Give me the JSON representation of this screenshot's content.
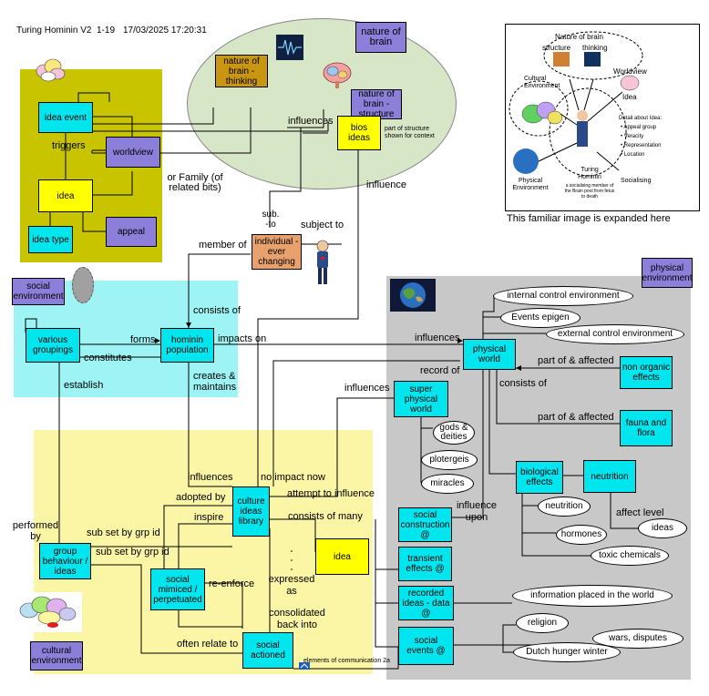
{
  "header": {
    "title": "Turing Hominin V2",
    "page": "1-19",
    "timestamp": "17/03/2025 17:20:31"
  },
  "nodes": {
    "idea_event": "idea event",
    "worldview": "worldview",
    "idea": "idea",
    "idea_type": "idea type",
    "appeal": "appeal",
    "nature_thinking": "nature of brain - thinking",
    "nature_of_brain": "nature of brain",
    "nature_structure": "nature of brain - structure",
    "bios_ideas": "bios ideas",
    "individual": "individual - ever changing",
    "social_environment": "social environment",
    "various_groupings": "various groupings",
    "hominin_population": "hominin population",
    "physical_environment": "physical environment",
    "physical_world": "physical world",
    "non_organic": "non organic effects",
    "fauna_flora": "fauna and flora",
    "super_physical": "super physical world",
    "biological_effects": "biological effects",
    "neutrition": "neutrition",
    "culture_library": "culture ideas library",
    "idea2": "idea",
    "social_construction": "social construction @",
    "transient_effects": "transient effects @",
    "recorded_ideas": "recorded ideas - data @",
    "social_events": "social events @",
    "group_behaviour": "group behaviour / ideas",
    "social_mimiced": "social mimiced / perpetuated",
    "social_actioned": "social actioned",
    "cultural_environment": "cultural environment"
  },
  "ovals": {
    "internal_control": "internal control environment",
    "events_epigen": "Events epigen",
    "external_control": "external control environment",
    "gods": "gods & deities",
    "plotergeis": "plotergeis",
    "miracles": "miracles",
    "neutrition2": "neutrition",
    "hormones": "hormones",
    "toxic": "toxic chemicals",
    "ideas": "ideas",
    "information": "information placed in the world",
    "religion": "religion",
    "wars": "wars, disputes",
    "dutch": "Dutch hunger winter"
  },
  "labels": {
    "triggers": "triggers",
    "or_family": "or Family (of related bits)",
    "influences_top": "influences",
    "part_of_structure": "part of structure shown for context",
    "influence": "influence",
    "sub_to": "sub. -to",
    "subject_to": "subject to",
    "member_of": "member of",
    "consists_of": "consists of",
    "forms": "forms",
    "constitutes": "constitutes",
    "impacts_on": "impacts on",
    "influences_pw": "influences",
    "record_of": "record of",
    "part_affected_1": "part of & affected",
    "consists_of_2": "consists of",
    "part_affected_2": "part of & affected",
    "influences_sp": "influences",
    "establish": "establish",
    "creates_maintains": "creates & maintains",
    "influences_cl": "influences",
    "no_impact_now": "no impact now",
    "adopted_by": "adopted by",
    "attempt_to_influence": "attempt to influence",
    "inspire": "inspire",
    "consists_of_many": "consists of many",
    "performed_by": "performed by",
    "sub_set_1": "sub set by grp id",
    "sub_set_2": "sub set by grp id",
    "re_enforce": "re-enforce",
    "expressed_as": "expressed as",
    "consolidated": "consolidated back into",
    "often_relate": "often relate to",
    "elements_comm": "elements of communication 2a",
    "influence_upon": "influence upon",
    "affect_level": "affect level"
  },
  "inset": {
    "caption": "This familiar image is expanded here",
    "nature_of_brain": "Nature of brain",
    "structure": "structure",
    "thinking": "thinking",
    "worldview": "Worldview",
    "idea": "Idea",
    "cultural_env": "Cultural Environment",
    "detail_title": "Detail about Idea:",
    "detail_items": [
      "• Appeal group",
      "• Veracity",
      "• Representation",
      "• Location"
    ],
    "physical_env": "Physical Environment",
    "turing_hominin": "Turing Hominin",
    "turing_desc": "a socialising member of the Brain pool from fetus to death",
    "socialising": "Socialising"
  },
  "colors": {
    "cyan": "#00e5ee",
    "yellow": "#ffff00",
    "purple": "#8b7fd9",
    "olive_region": "#c8c400",
    "aqua_region": "#9ef4f4",
    "pale_yellow": "#fbf5a6",
    "grey_region": "#c8c8c8",
    "green_oval": "#d8e6c8"
  }
}
